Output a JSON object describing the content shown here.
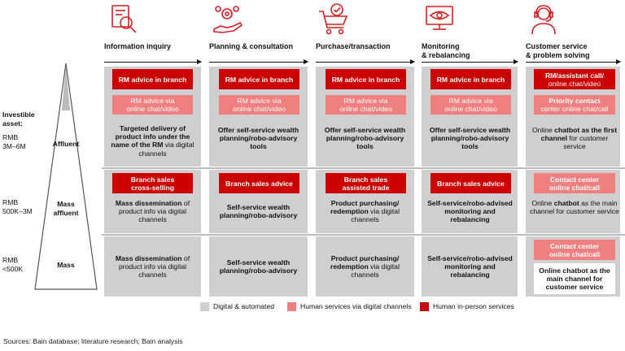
{
  "colors": {
    "gray": "#cfcfcf",
    "light_red": "#f08080",
    "dark_red": "#cc0000",
    "white": "#ffffff"
  },
  "stages": [
    {
      "title": "Information inquiry",
      "icon": "magnifying-glass-document-icon"
    },
    {
      "title": "Planning & consultation",
      "icon": "hand-with-gears-icon"
    },
    {
      "title": "Purchase/transaction",
      "icon": "shopping-cart-check-icon"
    },
    {
      "title": "Monitoring\n& rebalancing",
      "icon": "monitor-eye-icon"
    },
    {
      "title": "Customer service\n& problem solving",
      "icon": "headset-agent-icon"
    }
  ],
  "axis": {
    "title": "Investible\nasset:"
  },
  "segments": [
    {
      "name": "Affluent",
      "asset": "RMB\n3M–6M"
    },
    {
      "name": "Mass\naffluent",
      "asset": "RMB\n500K–3M"
    },
    {
      "name": "Mass",
      "asset": "RMB\n<500K"
    }
  ],
  "affluent": [
    {
      "dark": "RM advice in branch",
      "light": "RM advice via\nonline chat/video",
      "desc_bold": "Targeted delivery of product info under the name of the RM",
      "desc_rest": " via digital channels"
    },
    {
      "dark": "RM advice in branch",
      "light": "RM advice via\nonline chat/video",
      "desc_bold": "Offer self-service wealth planning/robo-advisory tools",
      "desc_rest": ""
    },
    {
      "dark": "RM advice in branch",
      "light": "RM advice via\nonline chat/video",
      "desc_bold": "Offer self-service wealth planning/robo-advisory tools",
      "desc_rest": ""
    },
    {
      "dark": "RM advice in branch",
      "light": "RM advice via\nonline chat/video",
      "desc_bold": "Offer self-service wealth planning/robo-advisory tools",
      "desc_rest": ""
    },
    {
      "dark": "RM/assistant call/",
      "dark2": "online chat/video",
      "light_bold": "Priority contact",
      "light_rest": "center online chat/call",
      "desc_pre": "Online ",
      "desc_bold": "chatbot as the first channel",
      "desc_rest": " for customer service"
    }
  ],
  "mass_affluent": [
    {
      "dark": "Branch sales\ncross-selling",
      "desc_bold": "Mass dissemination",
      "desc_rest": " of product info via digital channels"
    },
    {
      "dark": "Branch sales advice",
      "desc_bold": "Self-service wealth planning/robo-advisory",
      "desc_rest": ""
    },
    {
      "dark": "Branch sales\nassisted trade",
      "desc_bold": "Product purchasing/ redemption",
      "desc_rest": " via digital channels"
    },
    {
      "dark": "Branch sales advice",
      "desc_bold": "Self-service/robo-advised monitoring and rebalancing",
      "desc_rest": ""
    },
    {
      "light": "Contact center\nonline chat/call",
      "desc_pre": "Online ",
      "desc_bold": "chatbot",
      "desc_rest": " as the main channel for customer service"
    }
  ],
  "mass": [
    {
      "desc_bold": "Mass dissemination",
      "desc_rest": " of product info via digital channels"
    },
    {
      "desc_bold": "Self-service wealth planning/robo-advisory",
      "desc_rest": ""
    },
    {
      "desc_bold": "Product purchasing/ redemption",
      "desc_rest": " via digital channels"
    },
    {
      "desc_bold": "Self-service/robo-advised monitoring and rebalancing",
      "desc_rest": ""
    },
    {
      "light": "Contact center\nonline chat/call",
      "white": "Online chatbot as the main channel for customer service"
    }
  ],
  "legend": [
    {
      "label": "Digital & automated",
      "color": "#cfcfcf"
    },
    {
      "label": "Human services via digital channels",
      "color": "#f08080"
    },
    {
      "label": "Human in-person services",
      "color": "#cc0000"
    }
  ],
  "source": "Sources: Bain database; literature research; Bain analysis"
}
